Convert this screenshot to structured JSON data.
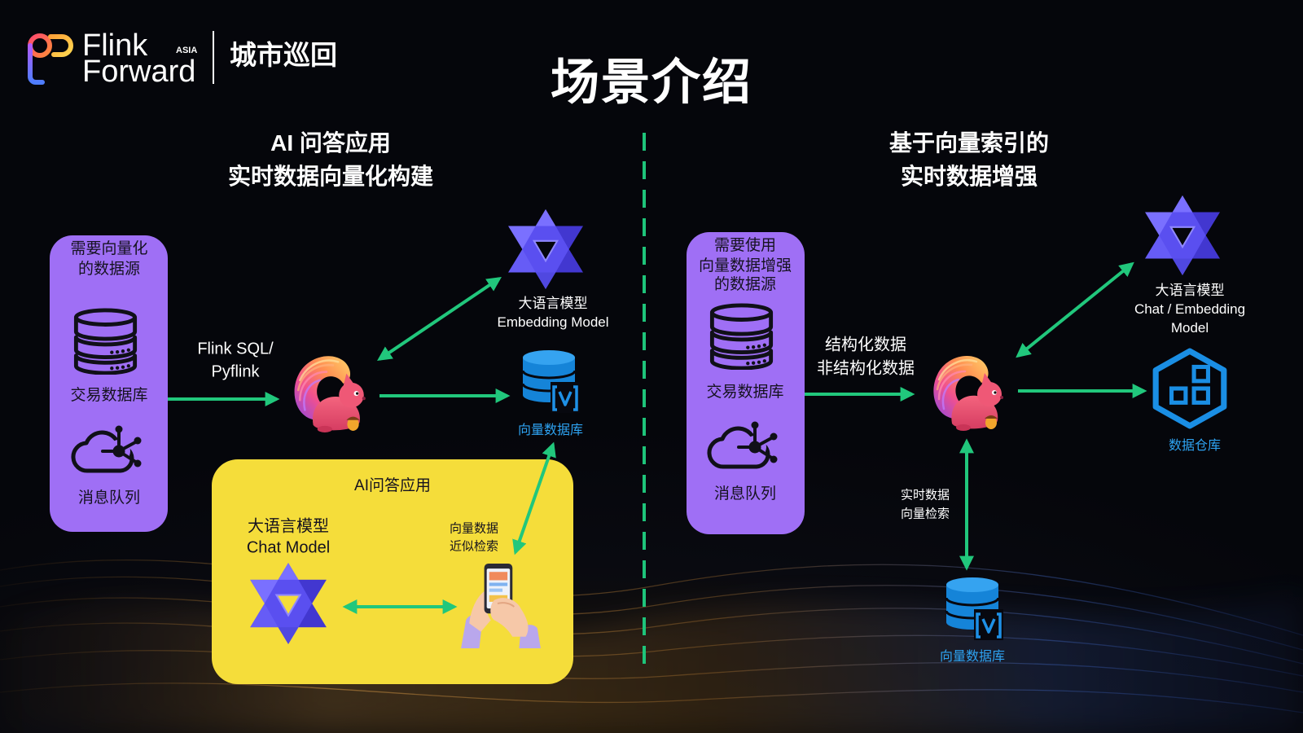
{
  "header": {
    "brand_line1": "Flink",
    "brand_line2": "Forward",
    "brand_region": "ASIA",
    "event": "城市巡回"
  },
  "title": "场景介绍",
  "left": {
    "heading": [
      "AI 问答应用",
      "实时数据向量化构建"
    ],
    "source_box": {
      "title": [
        "需要向量化",
        "的数据源"
      ],
      "db_label": "交易数据库",
      "mq_label": "消息队列"
    },
    "ingest_label": [
      "Flink SQL/",
      "Pyflink"
    ],
    "llm_label": [
      "大语言模型",
      "Embedding Model"
    ],
    "vector_db_label": "向量数据库",
    "qa_box": {
      "title": "AI问答应用",
      "llm_label": [
        "大语言模型",
        "Chat Model"
      ],
      "search_label": [
        "向量数据",
        "近似检索"
      ]
    }
  },
  "right": {
    "heading": [
      "基于向量索引的",
      "实时数据增强"
    ],
    "source_box": {
      "title": [
        "需要使用",
        "向量数据增强",
        "的数据源"
      ],
      "db_label": "交易数据库",
      "mq_label": "消息队列"
    },
    "ingest_label": [
      "结构化数据",
      "非结构化数据"
    ],
    "llm_label": [
      "大语言模型",
      "Chat / Embedding",
      "Model"
    ],
    "warehouse_label": "数据仓库",
    "retrieval_label": [
      "实时数据",
      "向量检索"
    ],
    "vector_db_label": "向量数据库"
  },
  "colors": {
    "background": "#05060b",
    "text": "#ffffff",
    "arrow": "#21c77c",
    "divider": "#1ec47a",
    "source_box": "#9f6ff5",
    "qa_box": "#f5dd3a",
    "box_text": "#15121f",
    "icon_blue": "#1a8ee4",
    "label_blue": "#2ea3f2",
    "llm_logo": "#5a4ff0"
  }
}
